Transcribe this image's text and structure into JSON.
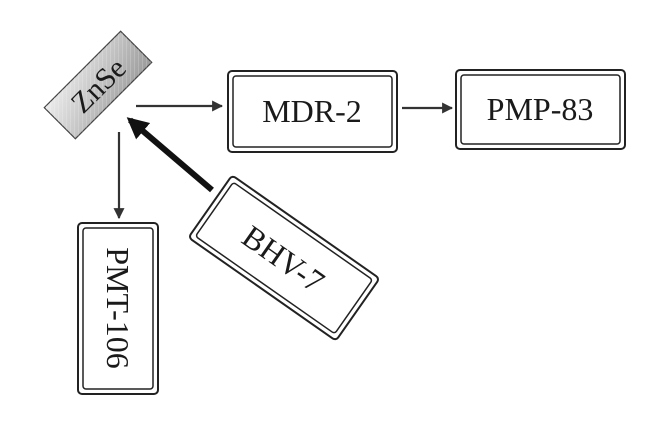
{
  "diagram": {
    "nodes": {
      "source": {
        "label": "ZnSe"
      },
      "mdr": {
        "label": "MDR-2"
      },
      "pmp": {
        "label": "PMP-83"
      },
      "pmt": {
        "label": "PMT-106"
      },
      "bhv": {
        "label": "BHV-7"
      }
    },
    "edges": [
      {
        "from": "source",
        "to": "mdr"
      },
      {
        "from": "mdr",
        "to": "pmp"
      },
      {
        "from": "source",
        "to": "pmt"
      },
      {
        "from": "bhv",
        "to": "source"
      }
    ],
    "colors": {
      "box_border": "#222222",
      "crystal_fill_light": "#e6e6e6",
      "crystal_fill_dark": "#9c9c9c",
      "arrow_thin": "#333333",
      "arrow_thick": "#111111",
      "text": "#1a1a1a"
    }
  }
}
